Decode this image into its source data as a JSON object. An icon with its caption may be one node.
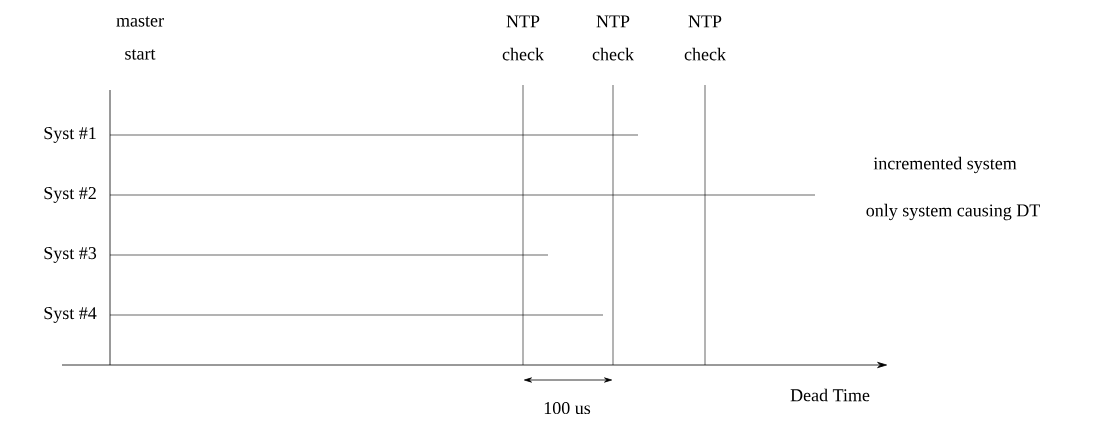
{
  "diagram": {
    "labels": [
      "master start",
      "NTP check",
      "NTP check",
      "NTP check",
      "Syst #1",
      "incremented system",
      "Syst #2",
      "only system causing DT",
      "Syst #3",
      "Syst #4",
      "100 us",
      "Dead Time"
    ]
  }
}
